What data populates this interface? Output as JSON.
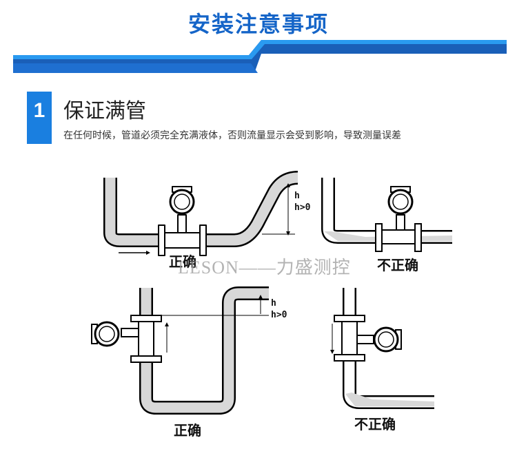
{
  "header": {
    "title": "安装注意事项"
  },
  "section": {
    "number": "1",
    "title": "保证满管",
    "description": "在任何时候，管道必须完全充满液体，否则流量显示会受到影响，导致测量误差"
  },
  "diagrams": {
    "top_left": {
      "label": "正确",
      "h_label": "h",
      "h_cond": "h>0"
    },
    "top_right": {
      "label": "不正确"
    },
    "bottom_left": {
      "label": "正确",
      "h_label": "h",
      "h_cond": "h>0"
    },
    "bottom_right": {
      "label": "不正确"
    }
  },
  "watermark": "LESON——力盛测控",
  "colors": {
    "title": "#1565c8",
    "banner_dark": "#1a5fb8",
    "banner_light": "#2a9af0",
    "pipe_fill": "#d8d8d8"
  }
}
